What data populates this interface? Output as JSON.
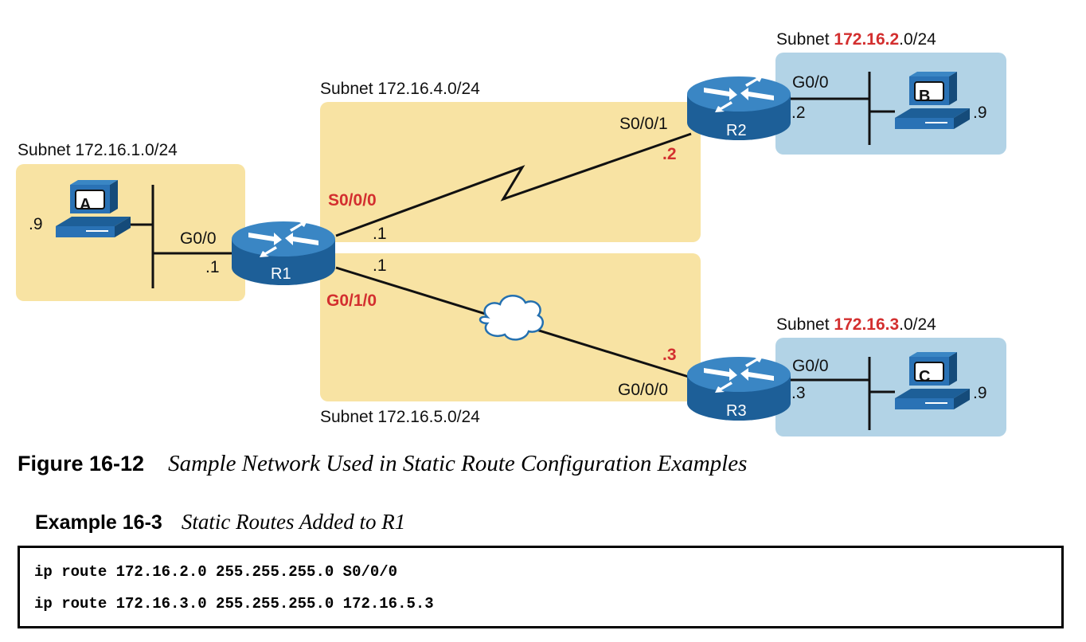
{
  "subnets": {
    "lan1": "Subnet 172.16.1.0/24",
    "wan_r1_r2": "Subnet 172.16.4.0/24",
    "wan_r1_r3": "Subnet 172.16.5.0/24",
    "lan2": {
      "prefix": "Subnet ",
      "highlight": "172.16.2",
      "suffix": ".0/24"
    },
    "lan3": {
      "prefix": "Subnet ",
      "highlight": "172.16.3",
      "suffix": ".0/24"
    }
  },
  "hosts": {
    "A": {
      "label": "A",
      "ip": ".9"
    },
    "B": {
      "label": "B",
      "ip": ".9"
    },
    "C": {
      "label": "C",
      "ip": ".9"
    }
  },
  "routers": {
    "R1": {
      "label": "R1",
      "g00": "G0/0",
      "g00_ip": ".1",
      "s000": "S0/0/0",
      "s000_ip": ".1",
      "g010": "G0/1/0",
      "g010_ip": ".1"
    },
    "R2": {
      "label": "R2",
      "s001": "S0/0/1",
      "s001_ip": ".2",
      "g00": "G0/0",
      "g00_ip": ".2"
    },
    "R3": {
      "label": "R3",
      "g000": "G0/0/0",
      "g000_ip": ".3",
      "g00": "G0/0",
      "g00_ip": ".3"
    }
  },
  "colors": {
    "lan_yellow": "#f8e3a3",
    "lan_blue": "#b2d3e6",
    "router_blue": "#2470b0",
    "highlight_red": "#d32f2f"
  },
  "figure": {
    "number": "Figure 16-12",
    "title": "Sample Network Used in Static Route Configuration Examples"
  },
  "example": {
    "number": "Example 16-3",
    "title": "Static Routes Added to R1",
    "lines": [
      "ip route 172.16.2.0 255.255.255.0 S0/0/0",
      "ip route 172.16.3.0 255.255.255.0 172.16.5.3"
    ]
  }
}
